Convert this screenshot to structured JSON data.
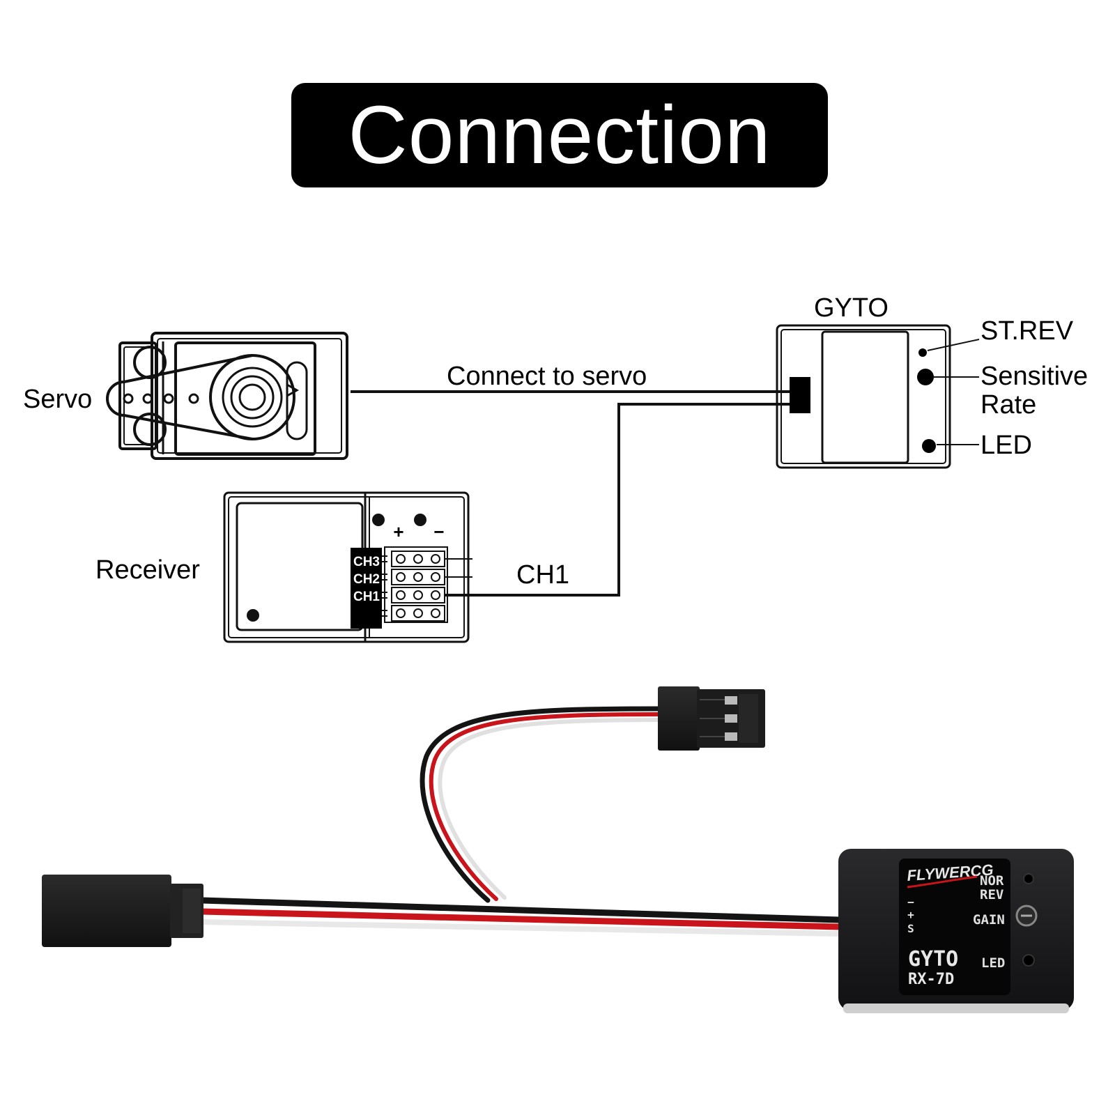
{
  "title": "Connection",
  "labels": {
    "servo": "Servo",
    "receiver": "Receiver",
    "connect_to_servo": "Connect to servo",
    "ch1_wire": "CH1",
    "gyto": "GYTO",
    "st_rev": "ST.REV",
    "sensitive": "Sensitive",
    "rate": "Rate",
    "led": "LED"
  },
  "receiver": {
    "plus": "+",
    "minus": "−",
    "channels": [
      "CH3",
      "CH2",
      "CH1"
    ]
  },
  "product": {
    "brand": "FLYWERCG",
    "nor": "NOR",
    "rev": "REV",
    "gain": "GAIN",
    "led": "LED",
    "pins": [
      "−",
      "+",
      "S"
    ],
    "model": "GYTO",
    "model_code": "RX-7D"
  },
  "colors": {
    "wire_black": "#141414",
    "wire_red": "#c8141a",
    "wire_white": "#e8e8e8",
    "case": "#1a1a1c",
    "panel": "#060606"
  }
}
